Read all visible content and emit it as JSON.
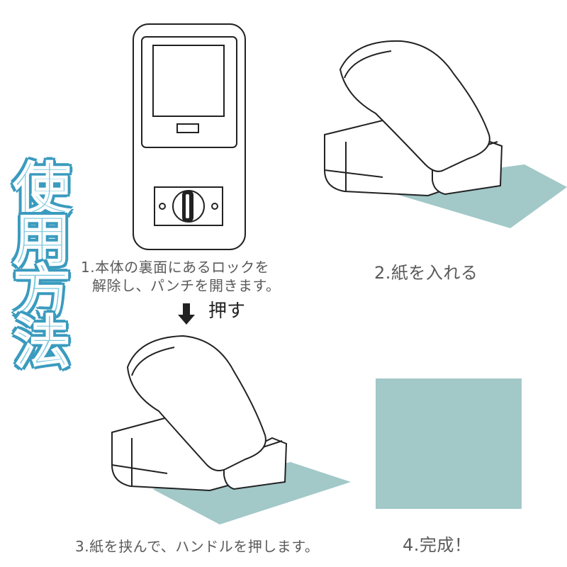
{
  "title": {
    "chars": [
      "使",
      "用",
      "方",
      "法"
    ]
  },
  "steps": [
    {
      "lines": [
        "1.本体の裏面にあるロックを",
        "解除し、パンチを開きます。"
      ]
    },
    {
      "lines": [
        "2.紙を入れる"
      ]
    },
    {
      "lines": [
        "3.紙を挟んで、ハンドルを押します。"
      ]
    },
    {
      "lines": [
        "4.完成！"
      ]
    }
  ],
  "push": {
    "label": "押す"
  },
  "colors": {
    "paper": "#a2c8c8",
    "title_fill": "#7ec8de",
    "title_outline": "#3a9bbf",
    "line": "#222222",
    "text": "#5a5a5a"
  }
}
